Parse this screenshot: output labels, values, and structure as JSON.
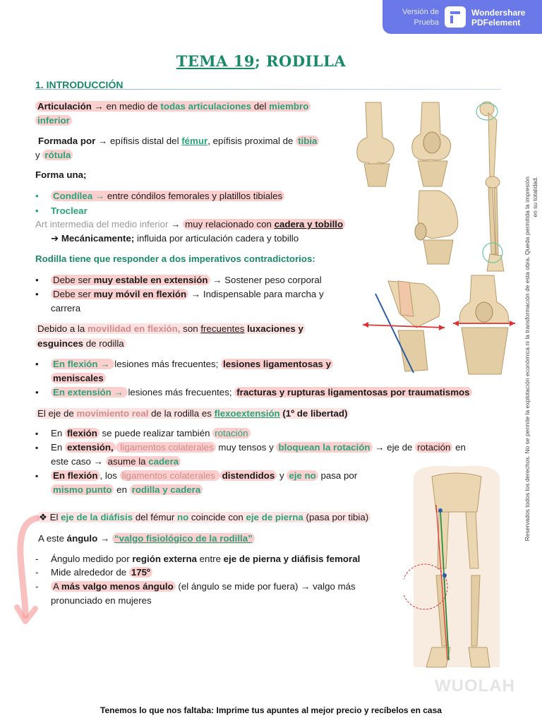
{
  "badge": {
    "line1": "Versión de",
    "line2": "Prueba",
    "brand1": "Wondershare",
    "brand2": "PDFelement"
  },
  "title": {
    "part1": "TEMA 19",
    "part2": "; RODILLA"
  },
  "intro_heading": "1.  INTRODUCCIÓN",
  "p1": {
    "a": "Articulación",
    "b": " → en medio de ",
    "c": "todas articulaciones",
    "d": " del ",
    "e": "miembro",
    "f": "inferior"
  },
  "p2": {
    "a": "Formada por",
    "b": " →  epífisis distal del ",
    "c": "fémur",
    "d": ", epífisis proximal de ",
    "e": "tibia",
    "f": "y ",
    "g": "rótula"
  },
  "p3": "Forma una;",
  "p4": {
    "a": "Condílea",
    "b": " → ",
    "c": "entre cóndilos femorales y platillos tibiales"
  },
  "p5": "Troclear",
  "p6": {
    "a": "Art intermedia del medio inferior",
    "b": " → ",
    "c": "muy relacionado con ",
    "d": "cadera y tobillo"
  },
  "p7": {
    "a": "➔ Mecánicamente;",
    "b": "  influida por articulación cadera y tobillo"
  },
  "p8": "Rodilla tiene que responder a dos imperativos contradictorios:",
  "p9": {
    "a": "Debe ser ",
    "b": "muy estable en extensión",
    "c": " → Sostener peso corporal"
  },
  "p10": {
    "a": "Debe ser ",
    "b": "muy móvil en flexión",
    "c": " → Indispensable para marcha y",
    "d": "carrera"
  },
  "p11": {
    "a": "Debido a la ",
    "b": "movilidad en flexión,",
    "c": " son ",
    "d": "frecuentes",
    "e": " luxaciones y",
    "f": "esguinces",
    "g": " de rodilla"
  },
  "p12": {
    "a": "En flexión",
    "b": " →  ",
    "c": "  lesiones más frecuentes; ",
    "d": "lesiones ligamentosas y",
    "e": "meniscales"
  },
  "p13": {
    "a": "En extensión",
    "b": " → ",
    "c": "  lesiones más frecuentes; ",
    "d": "fracturas y rupturas ligamentosas por traumatismos"
  },
  "p14": {
    "a": "El eje de ",
    "b": "movimiento real",
    "c": " de la rodilla es ",
    "d": "flexoextensión",
    "e": " (1º de libertad)"
  },
  "p15": {
    "a": "En ",
    "b": "flexión",
    "c": " se puede realizar también ",
    "d": "rotación"
  },
  "p16": {
    "a": "En ",
    "b": "extensión,",
    "c": " ligamentos colaterales",
    "d": " muy tensos y ",
    "e": "bloquean la rotación",
    "f": " → eje de ",
    "g": "rotación",
    "h": " en",
    "i": "este caso → ",
    "j": "asume la ",
    "k": "cadera"
  },
  "p17": {
    "a": "En flexión",
    "b": ", los ",
    "c": "ligamentos colaterales ",
    "d": " distendidos",
    "e": " y ",
    "f": "eje no",
    "g": " pasa por",
    "h": "mismo punto",
    "i": " en ",
    "j": "rodilla y cadera"
  },
  "p18": {
    "a": "❖  El ",
    "b": "eje de la diáfisis",
    "c": " del fémur ",
    "d": "no",
    "e": " coincide con ",
    "f": "eje de pierna",
    "g": " (pasa por tibia)"
  },
  "p19": {
    "a": "A este ",
    "b": "ángulo",
    "c": " → ",
    "d": "“valgo fisiológico de la rodilla”"
  },
  "p20": {
    "a": "Ángulo medido por ",
    "b": "región externa",
    "c": " entre ",
    "d": "eje de pierna y diáfisis femoral"
  },
  "p21": {
    "a": "Mide alrededor de ",
    "b": "175º"
  },
  "p22": {
    "a": "A ",
    "b": "más valgo menos ángulo",
    "c": " (el ángulo se mide por fuera) → valgo más",
    "d": "pronunciado en mujeres"
  },
  "sidenote": "Reservados todos los derechos. No se permite la explotación económica ni la transformación de esta obra. Queda permitida la impresión en su totalidad.",
  "watermark": "WUOLAH",
  "footer": "Tenemos lo que nos faltaba: Imprime tus apuntes al mejor precio y recíbelos en casa"
}
